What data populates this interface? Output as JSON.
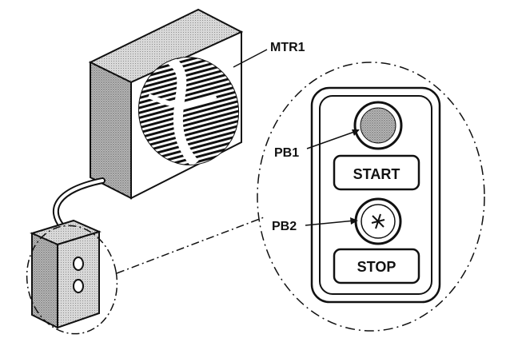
{
  "labels": {
    "motor": "MTR1",
    "pb1": "PB1",
    "pb2": "PB2",
    "start": "START",
    "stop": "STOP"
  },
  "colors": {
    "ink": "#111111",
    "shade": "#9a9a9a",
    "paper": "#ffffff"
  }
}
